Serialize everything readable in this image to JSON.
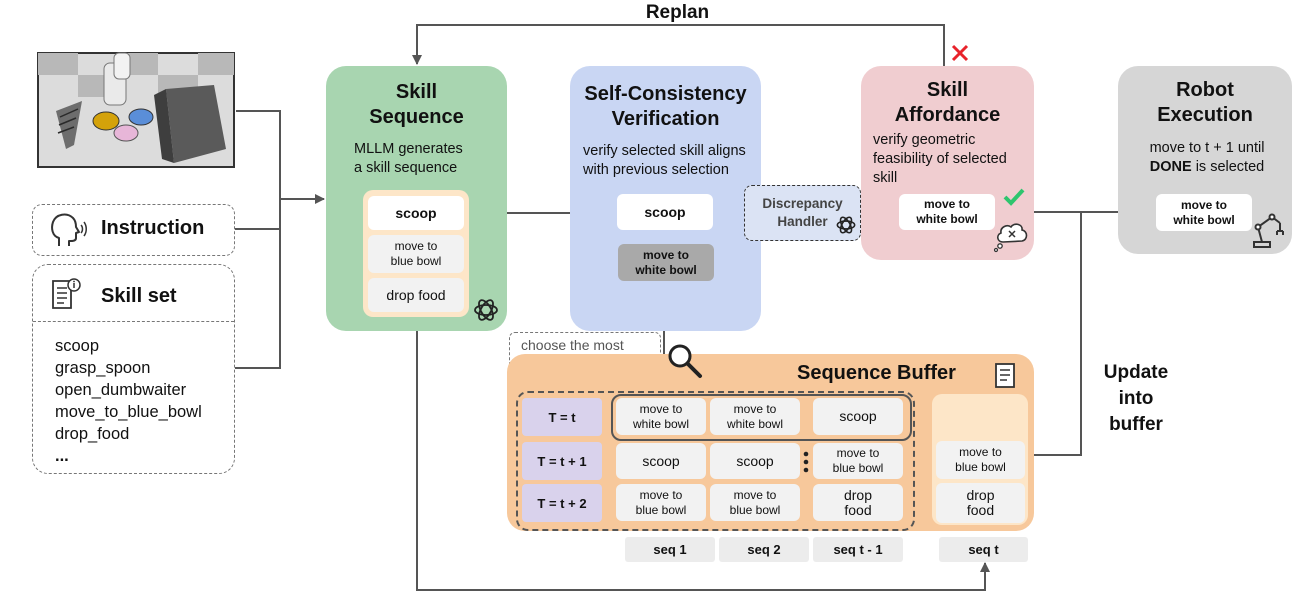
{
  "replan_label": "Replan",
  "update_label": "Update into\nbuffer",
  "instruction": {
    "label": "Instruction"
  },
  "skill_set": {
    "label": "Skill set",
    "items": [
      "scoop",
      "grasp_spoon",
      "open_dumbwaiter",
      "move_to_blue_bowl",
      "drop_food",
      "..."
    ]
  },
  "skill_sequence": {
    "title": "Skill\nSequence",
    "desc": "MLLM generates\na skill sequence",
    "items": [
      "scoop",
      "move to\nblue bowl",
      "drop food"
    ]
  },
  "verification": {
    "title": "Self-Consistency\nVerification",
    "desc": "verify selected skill aligns\nwith previous selection",
    "selected": "scoop",
    "previous": "move to\nwhite bowl"
  },
  "discrepancy": {
    "label": "Discrepancy\nHandler"
  },
  "affordance": {
    "title": "Skill\nAffordance",
    "desc": "verify geometric\nfeasibility of selected\nskill",
    "item": "move to\nwhite bowl"
  },
  "execution": {
    "title": "Robot\nExecution",
    "desc_prefix": "move to t + 1 until",
    "desc_bold": "DONE",
    "desc_suffix": " is selected",
    "item": "move to\nwhite bowl"
  },
  "choose_note": "choose the most\nfrequent skill at t",
  "buffer": {
    "title": "Sequence Buffer",
    "rows": [
      {
        "t": "T = t",
        "cells": [
          "move to\nwhite bowl",
          "move to\nwhite bowl",
          "scoop"
        ]
      },
      {
        "t": "T = t + 1",
        "cells": [
          "scoop",
          "scoop",
          "move to\nblue bowl"
        ]
      },
      {
        "t": "T = t + 2",
        "cells": [
          "move to\nblue bowl",
          "move to\nblue bowl",
          "drop\nfood"
        ]
      }
    ],
    "new_seq": [
      "move to\nblue bowl",
      "drop\nfood"
    ],
    "seq_labels": [
      "seq 1",
      "seq 2",
      "seq t - 1",
      "seq t"
    ]
  },
  "colors": {
    "skill_sequence": "#a8d5b0",
    "verification": "#c9d6f3",
    "affordance": "#f0cdd0",
    "execution": "#d6d6d6",
    "buffer": "#f7c89b",
    "check": "#2ec56e",
    "cross": "#e8232b"
  }
}
